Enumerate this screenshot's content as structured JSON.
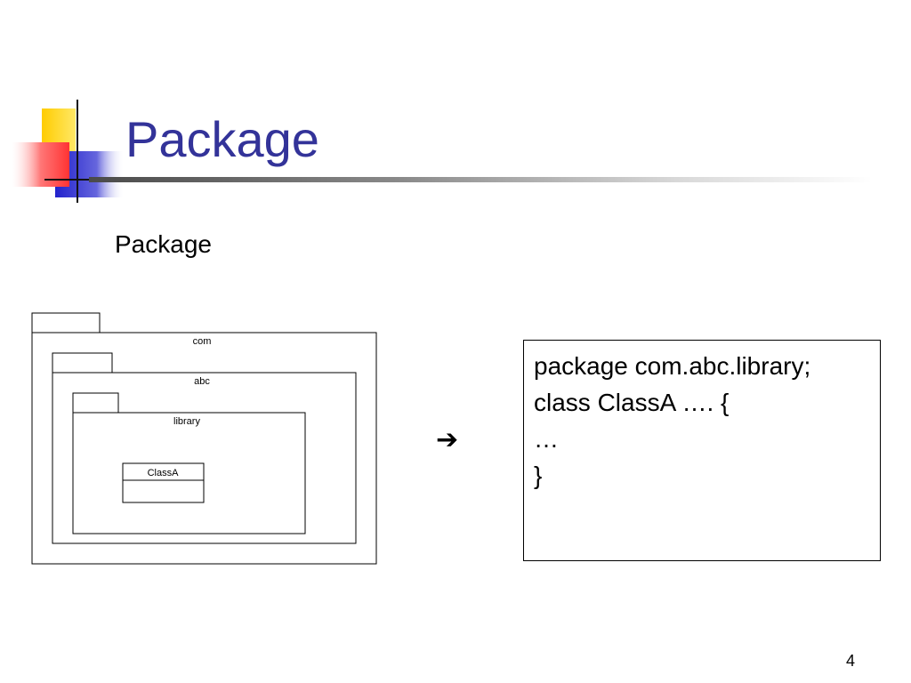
{
  "slide": {
    "title": "Package",
    "subtitle": "Package",
    "page_number": "4"
  },
  "diagram": {
    "packages": [
      {
        "name": "com"
      },
      {
        "name": "abc"
      },
      {
        "name": "library"
      }
    ],
    "class_name": "ClassA"
  },
  "arrow_glyph": "➔",
  "code": {
    "lines": [
      "package com.abc.library;",
      "class ClassA …. {",
      "…",
      "}"
    ]
  }
}
